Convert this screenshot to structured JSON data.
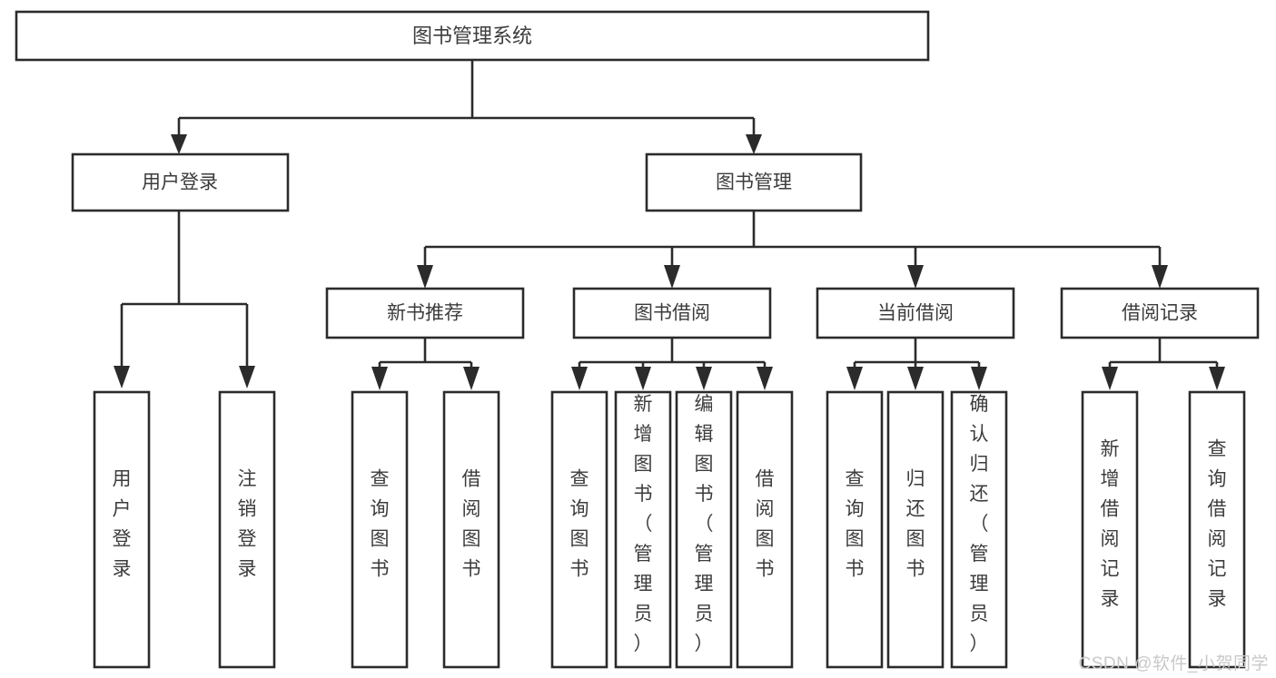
{
  "diagram": {
    "title": "图书管理系统",
    "type": "tree-structure-chart",
    "watermark": "CSDN @软件_小贺同学",
    "colors": {
      "stroke": "#2b2b2b",
      "box_fill": "#ffffff",
      "text": "#3c3c3c",
      "background": "#ffffff",
      "watermark": "#c9c9c9"
    }
  },
  "nodes": {
    "root": {
      "label": "图书管理系统"
    },
    "level2": [
      {
        "label": "用户登录"
      },
      {
        "label": "图书管理"
      }
    ],
    "level3": [
      {
        "label": "新书推荐"
      },
      {
        "label": "图书借阅"
      },
      {
        "label": "当前借阅"
      },
      {
        "label": "借阅记录"
      }
    ],
    "leaves_user_login": [
      {
        "label": "用户登录"
      },
      {
        "label": "注销登录"
      }
    ],
    "leaves_new_book": [
      {
        "label": "查询图书"
      },
      {
        "label": "借阅图书"
      }
    ],
    "leaves_borrow": [
      {
        "label": "查询图书"
      },
      {
        "label": "新增图书（管理员）"
      },
      {
        "label": "编辑图书（管理员）"
      },
      {
        "label": "借阅图书"
      }
    ],
    "leaves_current": [
      {
        "label": "查询图书"
      },
      {
        "label": "归还图书"
      },
      {
        "label": "确认归还（管理员）"
      }
    ],
    "leaves_records": [
      {
        "label": "新增借阅记录"
      },
      {
        "label": "查询借阅记录"
      }
    ]
  }
}
